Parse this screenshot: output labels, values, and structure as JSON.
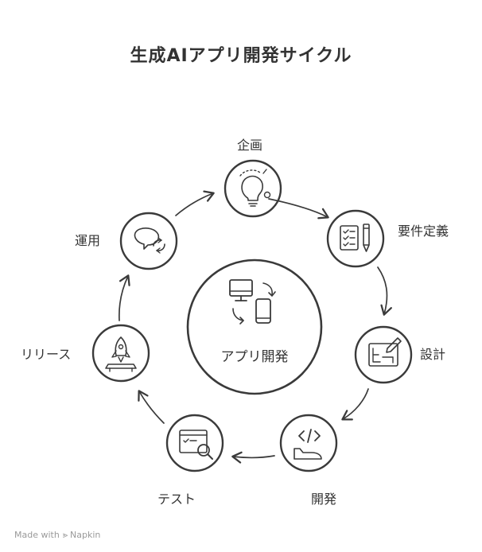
{
  "title": "生成AIアプリ開発サイクル",
  "center": {
    "label": "アプリ開発",
    "icon": "devices-sync-icon"
  },
  "steps": [
    {
      "id": "kikaku",
      "label": "企画",
      "icon": "lightbulb-icon"
    },
    {
      "id": "youken",
      "label": "要件定義",
      "icon": "checklist-pencil-icon"
    },
    {
      "id": "sekkei",
      "label": "設計",
      "icon": "blueprint-icon"
    },
    {
      "id": "kaihatsu",
      "label": "開発",
      "icon": "code-icon"
    },
    {
      "id": "test",
      "label": "テスト",
      "icon": "search-window-icon"
    },
    {
      "id": "release",
      "label": "リリース",
      "icon": "rocket-icon"
    },
    {
      "id": "unyou",
      "label": "運用",
      "icon": "chat-refresh-icon"
    }
  ],
  "footer": {
    "prefix": "Made with",
    "brand": "Napkin"
  },
  "colors": {
    "stroke": "#3a3a3a",
    "text": "#333333",
    "footer": "#9a9a9a",
    "background": "#ffffff"
  }
}
